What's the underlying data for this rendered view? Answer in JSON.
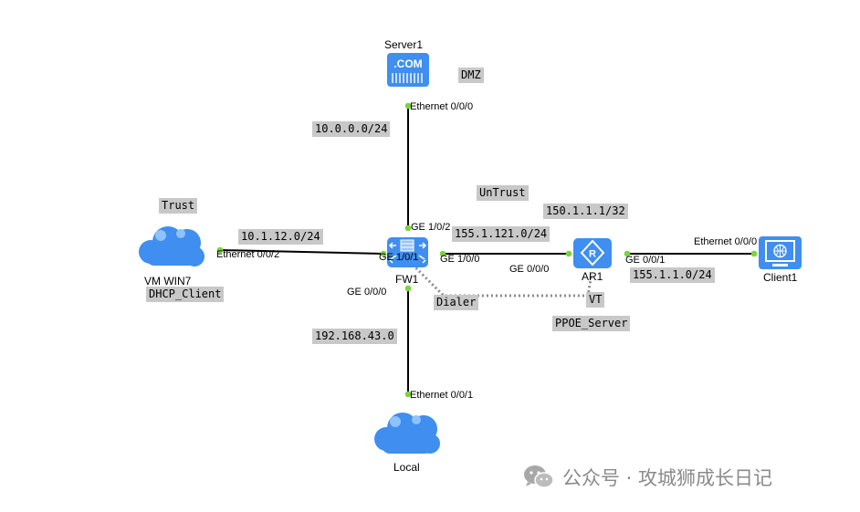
{
  "devices": {
    "server1": {
      "name": "Server1",
      "icon": "server-icon",
      "icon_text": ".COM"
    },
    "fw1": {
      "name": "FW1",
      "icon": "firewall-icon"
    },
    "ar1": {
      "name": "AR1",
      "icon": "router-icon",
      "icon_text": "R"
    },
    "client1": {
      "name": "Client1",
      "icon": "pc-icon"
    },
    "vm_win7": {
      "name": "VM WIN7",
      "icon": "cloud-icon"
    },
    "local": {
      "name": "Local",
      "icon": "cloud-icon"
    }
  },
  "ports": {
    "server_eth": "Ethernet 0/0/0",
    "fw_ge102": "GE 1/0/2",
    "fw_ge101": "GE 1/0/1",
    "fw_ge100": "GE 1/0/0",
    "fw_ge000": "GE 0/0/0",
    "vm_eth": "Ethernet 0/0/2",
    "ar_ge000": "GE 0/0/0",
    "ar_ge001": "GE 0/0/1",
    "client_eth": "Ethernet 0/0/0",
    "local_eth": "Ethernet 0/0/1"
  },
  "notes": {
    "dmz": "DMZ",
    "net_dmz": "10.0.0.0/24",
    "trust": "Trust",
    "net_trust": "10.1.12.0/24",
    "dhcp": "DHCP_Client",
    "untrust": "UnTrust",
    "loopback": "150.1.1.1/32",
    "net_untrust": "155.1.121.0/24",
    "net_client": "155.1.1.0/24",
    "dialer": "Dialer",
    "vt": "VT",
    "pppoe": "PPOE_Server",
    "net_local": "192.168.43.0"
  },
  "watermark": {
    "text": "公众号 · 攻城狮成长日记",
    "icon": "wechat-icon"
  },
  "colors": {
    "link": "#000000",
    "port_dot": "#7bd43a",
    "device_blue": "#3f8ef0",
    "dashed": "#8a8a8a",
    "note_bg": "#c8c8c8"
  }
}
